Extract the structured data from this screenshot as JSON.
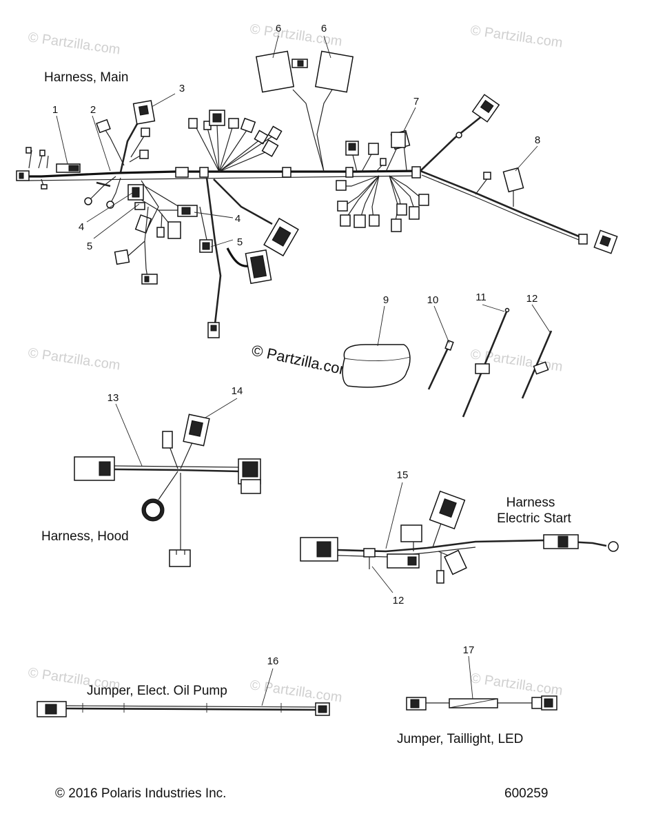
{
  "watermarks": [
    "© Partzilla.com",
    "© Partzilla.com",
    "© Partzilla.com",
    "© Partzilla.com",
    "© Partzilla.com",
    "© Partzilla.com",
    "© Partzilla.com",
    "© Partzilla.com"
  ],
  "center_watermark": "© Partzilla.com",
  "titles": {
    "main": "Harness, Main",
    "hood": "Harness, Hood",
    "es_line1": "Harness",
    "es_line2": "Electric Start",
    "oil": "Jumper, Elect. Oil Pump",
    "taillight": "Jumper, Taillight, LED"
  },
  "callouts": [
    "1",
    "2",
    "3",
    "4",
    "4",
    "5",
    "5",
    "6",
    "6",
    "7",
    "8",
    "9",
    "10",
    "11",
    "12",
    "12",
    "13",
    "14",
    "15",
    "16",
    "17"
  ],
  "footer": {
    "copyright": "© 2016 Polaris Industries Inc.",
    "diagram_number": "600259"
  }
}
